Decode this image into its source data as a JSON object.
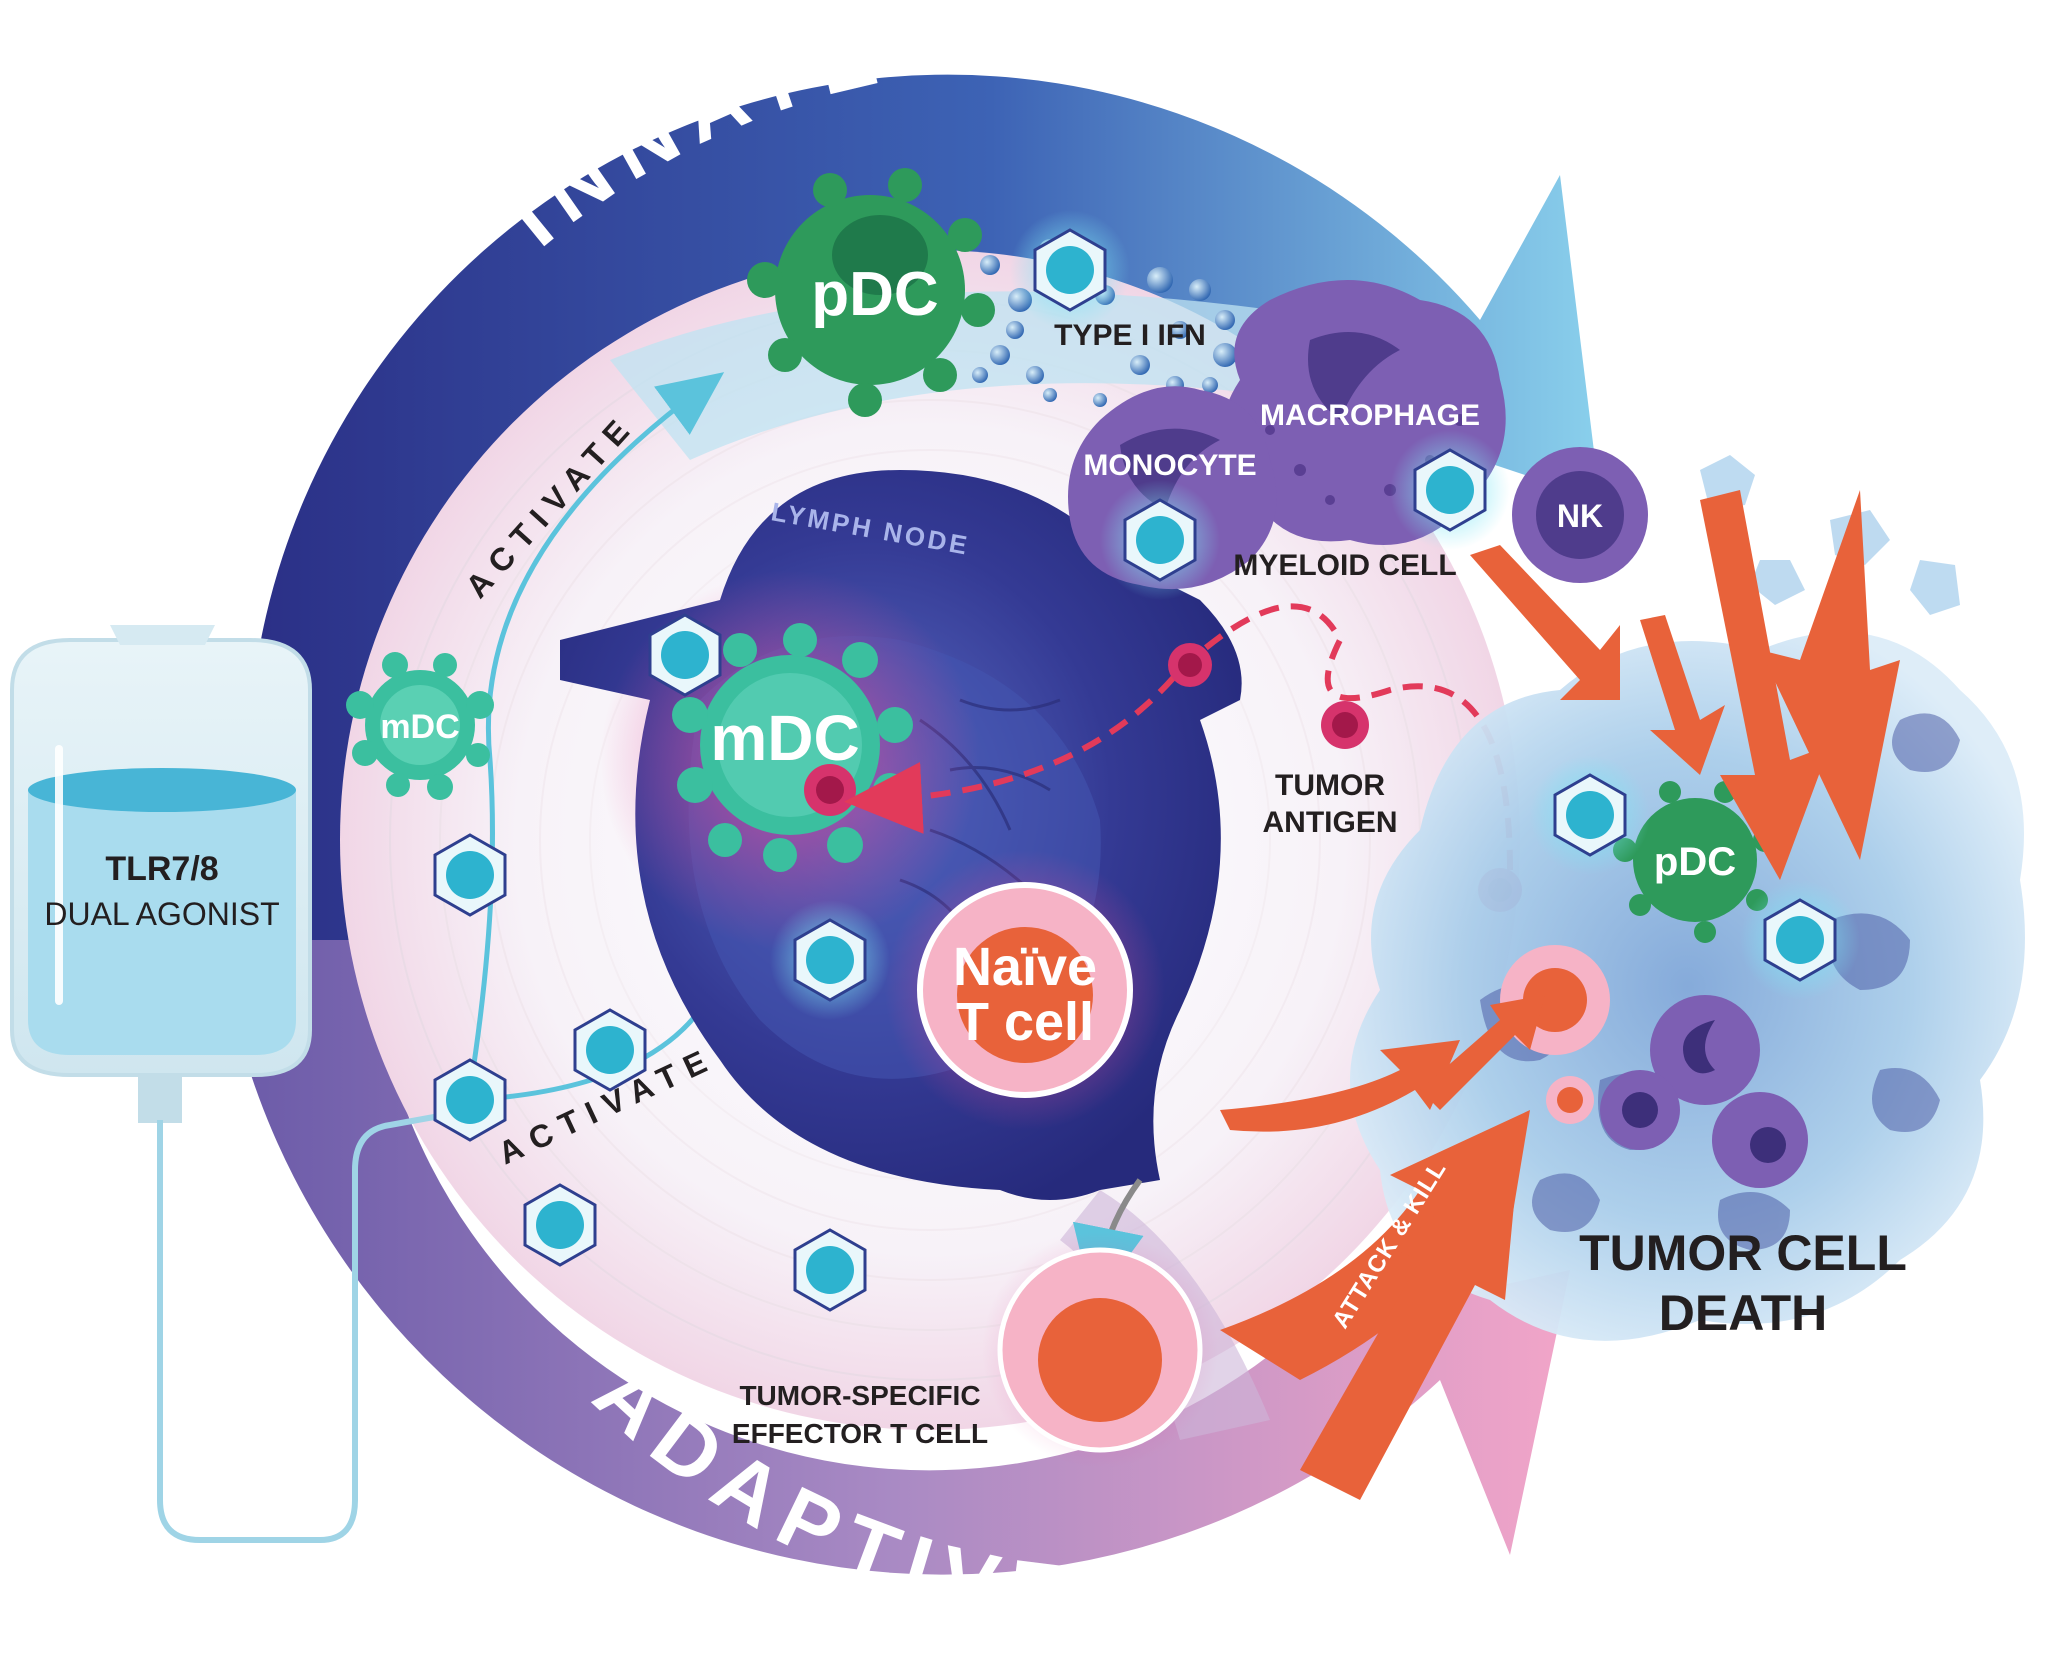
{
  "title": "",
  "arcs": {
    "innate": "INNATE IMMUNITY",
    "adaptive": "ADAPTIVE IMMUNITY"
  },
  "iv_bag": {
    "line1": "TLR7/8",
    "line2": "DUAL AGONIST"
  },
  "innate_cells": {
    "pdc": "pDC",
    "type1ifn": "TYPE I IFN",
    "macrophage": "MACROPHAGE",
    "monocyte": "MONOCYTE",
    "nk": "NK",
    "myeloid": "MYELOID CELL"
  },
  "lymph_node": {
    "label": "LYMPH NODE",
    "mdc": "mDC",
    "naive_line1": "Naïve",
    "naive_line2": "T cell"
  },
  "left": {
    "mdc_small": "mDC",
    "activate_top": "ACTIVATE",
    "activate_bottom": "ACTIVATE"
  },
  "tumor_antigen": {
    "line1": "TUMOR",
    "line2": "ANTIGEN"
  },
  "effector": {
    "line1": "TUMOR-SPECIFIC",
    "line2": "EFFECTOR T CELL"
  },
  "tumor": {
    "pdc": "pDC",
    "attack": "ATTACK & KILL",
    "death_line1": "TUMOR CELL",
    "death_line2": "DEATH"
  },
  "colors": {
    "innate_arc": "#3a3f96",
    "adaptive_arc": "#8b74b8",
    "agonist_cyan": "#2db3cf",
    "pdc_green": "#2e9a5b",
    "mdc_teal": "#3bbf9f",
    "myeloid_purple": "#7d5fb3",
    "lymph_blue": "#2c2f86",
    "tcell_pink": "#f3a3b9",
    "attack_orange": "#e8623a",
    "tumor_blue": "#9fc6e8"
  }
}
